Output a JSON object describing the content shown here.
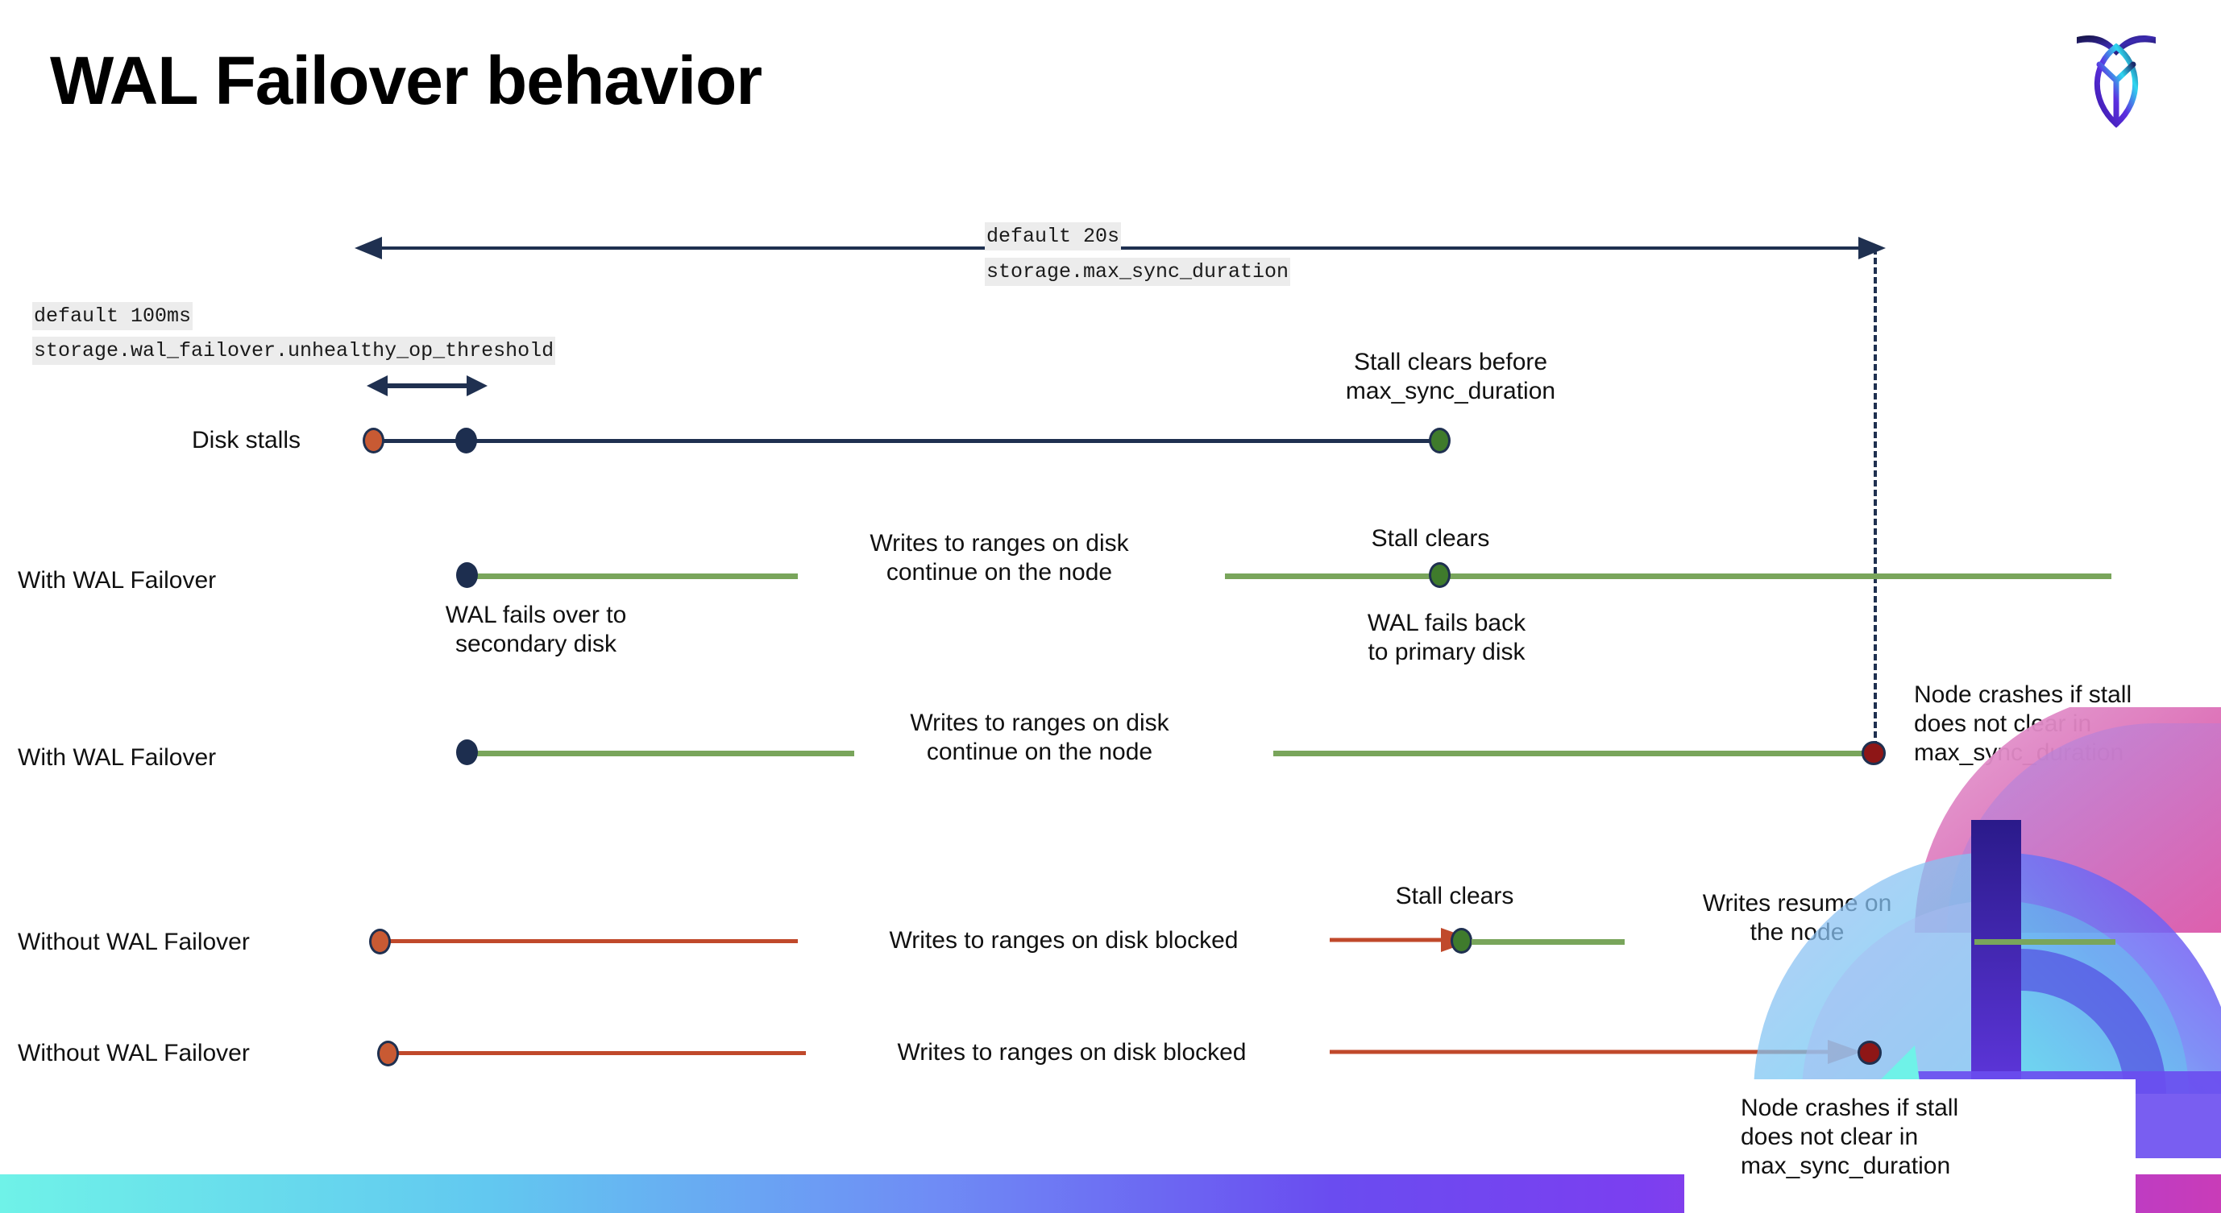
{
  "slide": {
    "title": "WAL Failover behavior",
    "logo_name": "cockroachdb-logo"
  },
  "measures": {
    "max_sync": {
      "default_label": "default 20s",
      "setting_label": "storage.max_sync_duration"
    },
    "unhealthy_threshold": {
      "default_label": "default 100ms",
      "setting_label": "storage.wal_failover.unhealthy_op_threshold"
    }
  },
  "rows": [
    {
      "label": "Disk stalls",
      "notes": [
        "Stall clears before\nmax_sync_duration"
      ]
    },
    {
      "label": "With WAL Failover",
      "notes": [
        "Writes to ranges on disk\ncontinue on the node",
        "Stall clears",
        "WAL fails over to\nsecondary disk",
        "WAL fails  back\nto primary disk"
      ]
    },
    {
      "label": "With WAL Failover",
      "notes": [
        "Writes to ranges on disk\ncontinue on the node",
        "Node crashes if stall\ndoes not clear in\nmax_sync_duration"
      ]
    },
    {
      "label": "Without WAL Failover",
      "notes": [
        "Writes to ranges on disk  blocked",
        "Stall clears",
        "Writes resume on\nthe node"
      ]
    },
    {
      "label": "Without WAL Failover",
      "notes": [
        "Writes to ranges on disk  blocked",
        "Node crashes if stall\ndoes not clear in\nmax_sync_duration"
      ]
    }
  ],
  "colors": {
    "navy": "#1f3050",
    "green_track": "#79a55b",
    "green_dot": "#3f7b2c",
    "orange_dot": "#c85a33",
    "red_track": "#c0492b",
    "dark_red_dot": "#8e1616",
    "code_chip_bg": "#ececec"
  }
}
